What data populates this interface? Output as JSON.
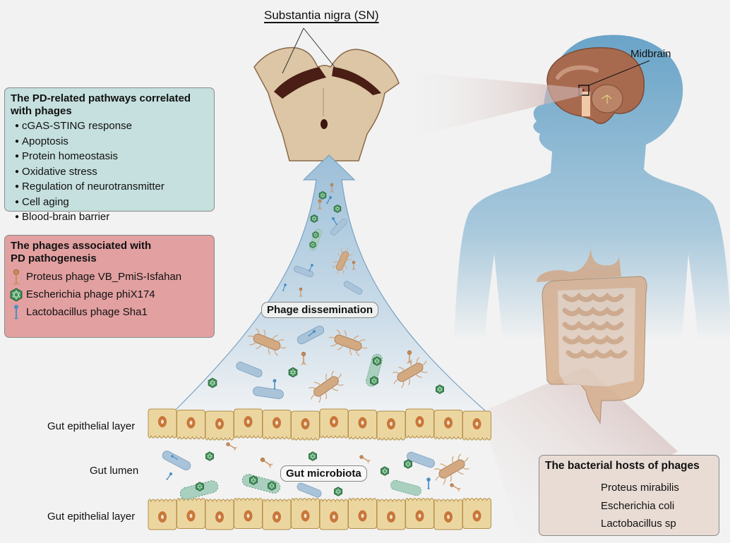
{
  "figure": {
    "sn_label": "Substantia nigra (SN)",
    "midbrain_label": "Midbrain",
    "pathways_box": {
      "title_line1": "The PD-related pathways correlated",
      "title_line2": "with phages",
      "items": [
        "cGAS-STING response",
        "Apoptosis",
        "Protein homeostasis",
        "Oxidative stress",
        "Regulation of neurotransmitter",
        "Cell aging",
        "Blood-brain barrier"
      ]
    },
    "phages_box": {
      "title_line1": "The phages associated with",
      "title_line2": "PD pathogenesis",
      "items": [
        {
          "icon": "tailed-phage-icon",
          "label": "Proteus phage VB_PmiS-Isfahan"
        },
        {
          "icon": "icosahedral-phage-icon",
          "label": "Escherichia phage phiX174"
        },
        {
          "icon": "filamentous-phage-icon",
          "label": "Lactobacillus phage Sha1"
        }
      ]
    },
    "dissemination_label": "Phage dissemination",
    "gut_microbiota_label": "Gut microbiota",
    "gut_labels": {
      "upper_epithelium": "Gut epithelial layer",
      "lumen": "Gut lumen",
      "lower_epithelium": "Gut epithelial layer"
    },
    "hosts_box": {
      "title": "The bacterial hosts of phages",
      "items": [
        {
          "icon": "proteus-bacterium-icon",
          "label": "Proteus mirabilis"
        },
        {
          "icon": "ecoli-bacterium-icon",
          "label": "Escherichia coli"
        },
        {
          "icon": "lactobacillus-bacterium-icon",
          "label": "Lactobacillus sp"
        }
      ]
    },
    "colors": {
      "background": "#f2f2f2",
      "pathways_box": "#c5e0de",
      "phages_box": "#e2a0a1",
      "hosts_box": "#e8dcd4",
      "body_silhouette": "#6fa7c9",
      "brain": "#a86a4f",
      "epithelium": "#ecd6a0",
      "nucleus": "#c8773a",
      "proteus": "#d3a982",
      "ecoli": "#a9cfbe",
      "lactobacillus": "#a9c3d9",
      "phiX174": "#3f8f57"
    }
  }
}
